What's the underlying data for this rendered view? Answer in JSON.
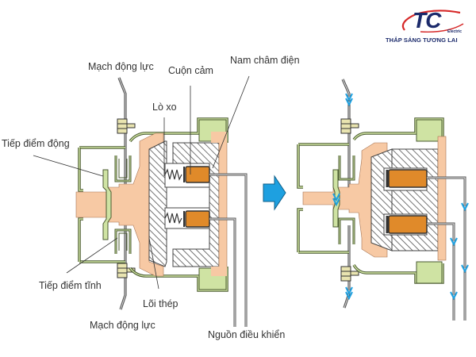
{
  "logo": {
    "mark": "TC",
    "subtext": "Electric",
    "tagline": "THẮP SÁNG TƯƠNG LAI",
    "colors": {
      "mark": "#1b2a6b",
      "swoosh": "#d62828"
    }
  },
  "labels": {
    "mach_dong_luc_top": "Mạch động lực",
    "cuon_cam": "Cuộn cảm",
    "nam_cham_dien": "Nam châm điện",
    "lo_xo": "Lò xo",
    "tiep_diem_dong": "Tiếp điểm động",
    "tiep_diem_tinh": "Tiếp điểm tĩnh",
    "loi_thep": "Lõi thép",
    "mach_dong_luc_bottom": "Mạch động lực",
    "nguon_dieu_khien": "Nguồn điều khiển"
  },
  "diagrams": [
    {
      "state": "de-energized",
      "current_flow": false
    },
    {
      "state": "energized",
      "current_flow": true
    }
  ],
  "transition_arrow": {
    "icon": "right-arrow-icon",
    "color": "#1ea0e0"
  },
  "colors": {
    "housing": "#cfe3a3",
    "housing_stroke": "#4a5a30",
    "armature": "#f7c9a4",
    "coil": "#e08a2a",
    "core_hatch": "#555555",
    "current_arrow": "#1ea0e0",
    "wire": "#666a70"
  }
}
